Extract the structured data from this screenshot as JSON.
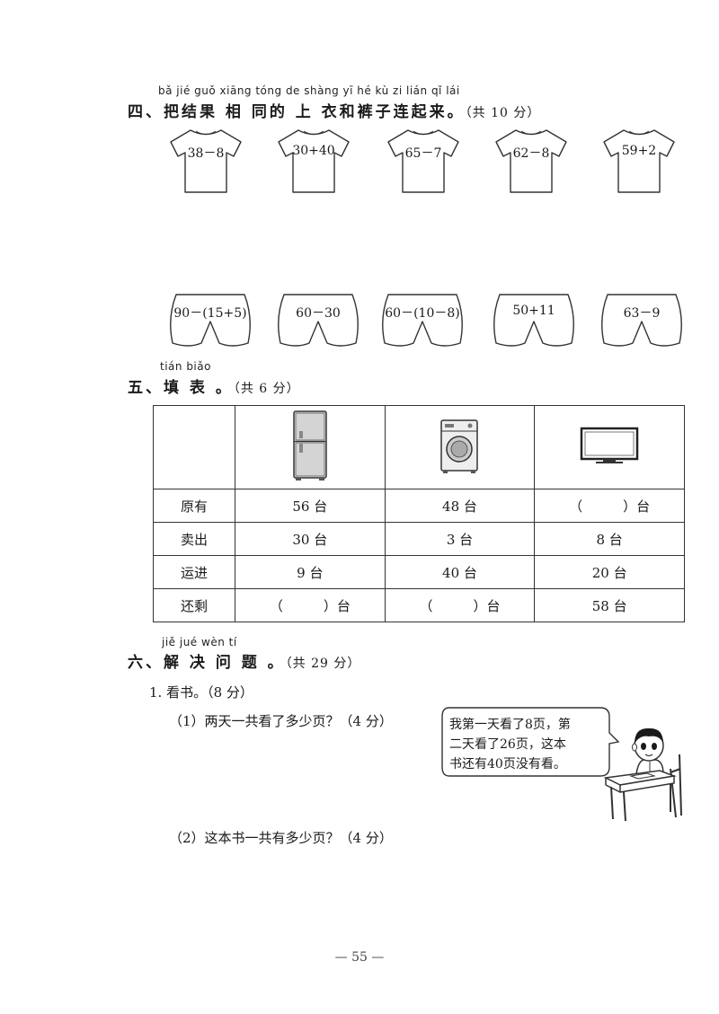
{
  "section4": {
    "pinyin": "bǎ jié guǒ xiāng tóng de shàng yī hé kù zi lián qǐ lái",
    "title": "四、把结果 相 同的 上 衣和裤子连起来。",
    "score": "（共 10 分）",
    "shirts": [
      "38－8",
      "30+40",
      "65－7",
      "62－8",
      "59+2"
    ],
    "pants": [
      "90－(15+5)",
      "60－30",
      "60－(10－8)",
      "50+11",
      "63－9"
    ]
  },
  "section5": {
    "pinyin": "tián biǎo",
    "title": "五、填 表 。",
    "score": "（共 6 分）",
    "item_icons": [
      "refrigerator-icon",
      "washing-machine-icon",
      "television-icon"
    ],
    "rows": [
      {
        "label": "原有",
        "cells": [
          "56 台",
          "48 台",
          "（　　　）台"
        ]
      },
      {
        "label": "卖出",
        "cells": [
          "30 台",
          "3 台",
          "8 台"
        ]
      },
      {
        "label": "运进",
        "cells": [
          "9 台",
          "40 台",
          "20 台"
        ]
      },
      {
        "label": "还剩",
        "cells": [
          "（　　　）台",
          "（　　　）台",
          "58 台"
        ]
      }
    ]
  },
  "section6": {
    "pinyin": "jiě jué wèn tí",
    "title": "六、解 决 问 题 。",
    "score": "（共 29 分）",
    "problem1": {
      "heading": "1. 看书。（8 分）",
      "q1": "（1）两天一共看了多少页？（4 分）",
      "q2": "（2）这本书一共有多少页？（4 分）",
      "bubble_lines": [
        "我第一天看了8页，第",
        "二天看了26页，这本",
        "书还有40页没有看。"
      ]
    }
  },
  "footer": {
    "page_number": "— 55 —"
  }
}
